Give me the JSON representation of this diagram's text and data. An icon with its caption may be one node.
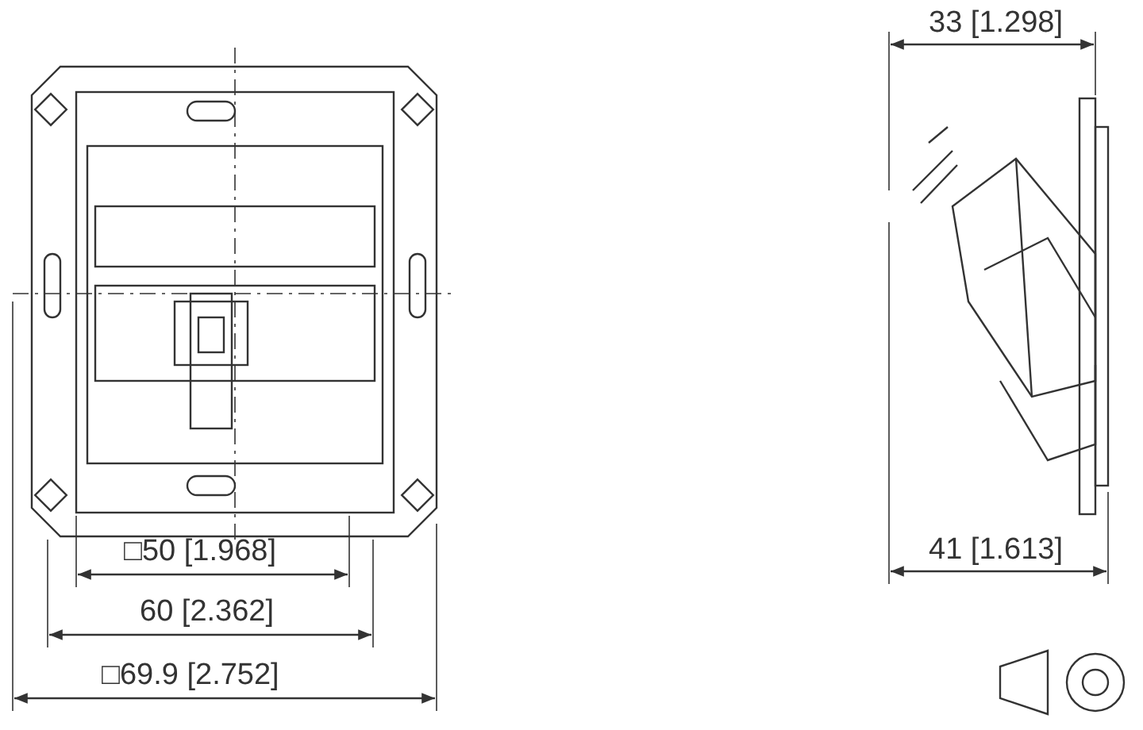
{
  "diagram": {
    "labels": [
      "33 [1.298]",
      "□50 [1.968]",
      "41 [1.613]",
      "60 [2.362]",
      "□69.9 [2.752]"
    ]
  }
}
